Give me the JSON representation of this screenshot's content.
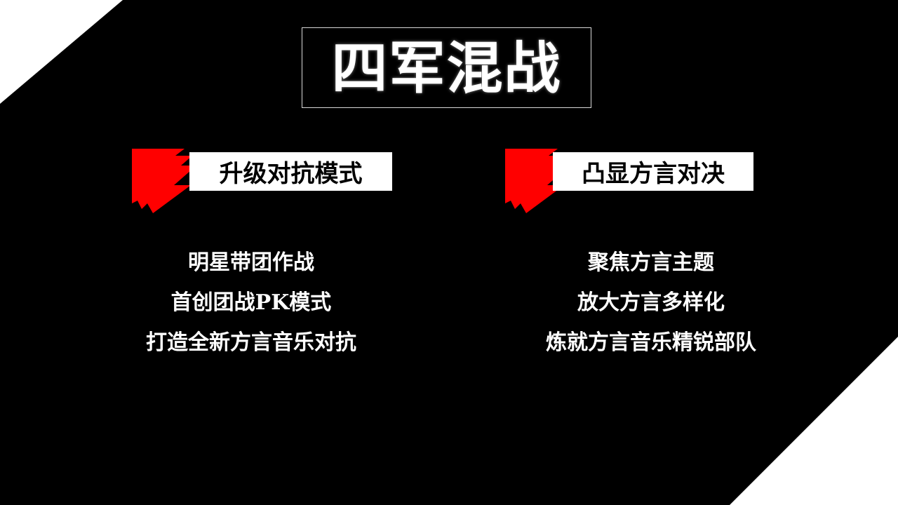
{
  "title": "四军混战",
  "colors": {
    "background": "#000000",
    "accent": "#ff0000",
    "corner": "#ffffff"
  },
  "sections": [
    {
      "heading": "升级对抗模式",
      "items": [
        "明星带团作战",
        "首创团战PK模式",
        "打造全新方言音乐对抗"
      ]
    },
    {
      "heading": "凸显方言对决",
      "items": [
        "聚焦方言主题",
        "放大方言多样化",
        "炼就方言音乐精锐部队"
      ]
    }
  ]
}
